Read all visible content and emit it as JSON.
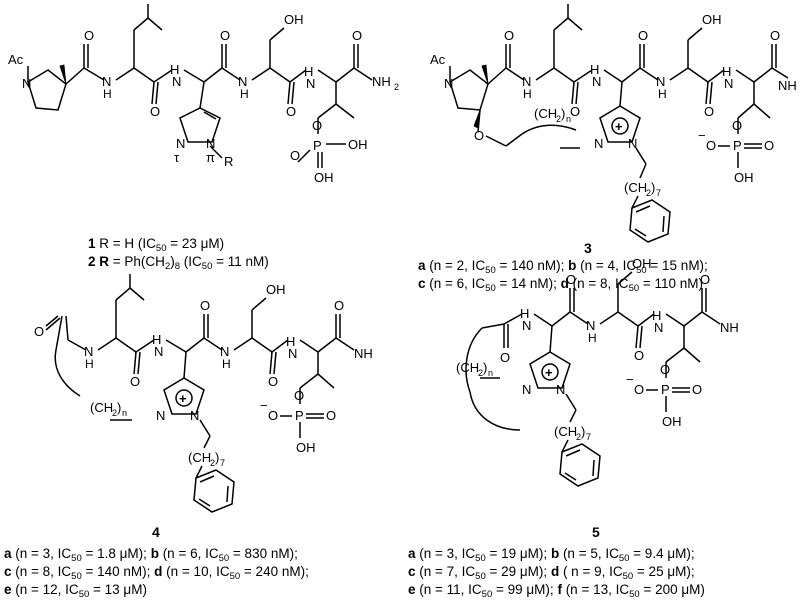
{
  "compound1": {
    "labels": {
      "ac": "Ac",
      "n": "N",
      "nh": "H",
      "oh": "OH",
      "nh2": "NH",
      "nh2_sub": "2",
      "o": "O",
      "p": "P",
      "tau": "τ",
      "pi": "π",
      "r": "R"
    },
    "cap1": {
      "num": "1",
      "text": "R = H (IC",
      "sub": "50",
      "tail": " = 23 μM)"
    },
    "cap2": {
      "num": "2",
      "r": "R",
      "text": " = Ph(CH",
      "sub1": "2",
      "mid": ")",
      "sub2": "8",
      "tail": " (IC",
      "sub3": "50",
      "tail2": " = 11 nM)"
    }
  },
  "compound3": {
    "label": "3",
    "chain_n": "(CH",
    "chain_n_sub": "2",
    "chain_n_close": ")",
    "chain_n_idx": "n",
    "chain_7": "(CH",
    "chain_7_sub": "2",
    "chain_7_close": ")",
    "chain_7_idx": "7",
    "line1": [
      {
        "letter": "a",
        "text": " (n = 2, IC",
        "sub": "50",
        "tail": " = 140 nM); "
      },
      {
        "letter": "b",
        "text": " (n = 4, IC",
        "sub": "50",
        "tail": " = 15 nM);"
      }
    ],
    "line2": [
      {
        "letter": "c",
        "text": " (n = 6, IC",
        "sub": "50",
        "tail": " = 14 nM); "
      },
      {
        "letter": "d",
        "text": " (n = 8, IC",
        "sub": "50",
        "tail": " = 110 nM)"
      }
    ]
  },
  "compound4": {
    "label": "4",
    "line1": [
      {
        "letter": "a",
        "text": " (n = 3, IC",
        "sub": "50",
        "tail": " = 1.8 μM); "
      },
      {
        "letter": "b",
        "text": " (n = 6, IC",
        "sub": "50",
        "tail": " = 830 nM);"
      }
    ],
    "line2": [
      {
        "letter": "c",
        "text": " (n = 8, IC",
        "sub": "50",
        "tail": " = 140 nM); "
      },
      {
        "letter": "d",
        "text": " (n = 10, IC",
        "sub": "50",
        "tail": " = 240 nM);"
      }
    ],
    "line3": [
      {
        "letter": "e",
        "text": " (n = 12, IC",
        "sub": "50",
        "tail": " = 13 μM)"
      }
    ]
  },
  "compound5": {
    "label": "5",
    "line1": [
      {
        "letter": "a",
        "text": " (n = 3, IC",
        "sub": "50",
        "tail": " = 19 μM); "
      },
      {
        "letter": "b",
        "text": " (n = 5, IC",
        "sub": "50",
        "tail": " = 9.4 μM);"
      }
    ],
    "line2": [
      {
        "letter": "c",
        "text": " (n = 7, IC",
        "sub": "50",
        "tail": " = 29 μM); "
      },
      {
        "letter": "d",
        "text": " ( n = 9, IC",
        "sub": "50",
        "tail": " = 25 μM);"
      }
    ],
    "line3": [
      {
        "letter": "e",
        "text": " (n = 11, IC",
        "sub": "50",
        "tail": " = 99 μM); "
      },
      {
        "letter": "f",
        "text": " (n = 13, IC",
        "sub": "50",
        "tail": " = 200 μM)"
      }
    ]
  },
  "atoms": {
    "ac": "Ac",
    "n": "N",
    "h": "H",
    "o": "O",
    "oh": "OH",
    "nh": "NH",
    "two": "2",
    "p": "P",
    "minus": "−",
    "plus": "+",
    "opo_o": "O",
    "ch": "(CH",
    "close": ")",
    "n_idx": "n",
    "seven": "7"
  }
}
